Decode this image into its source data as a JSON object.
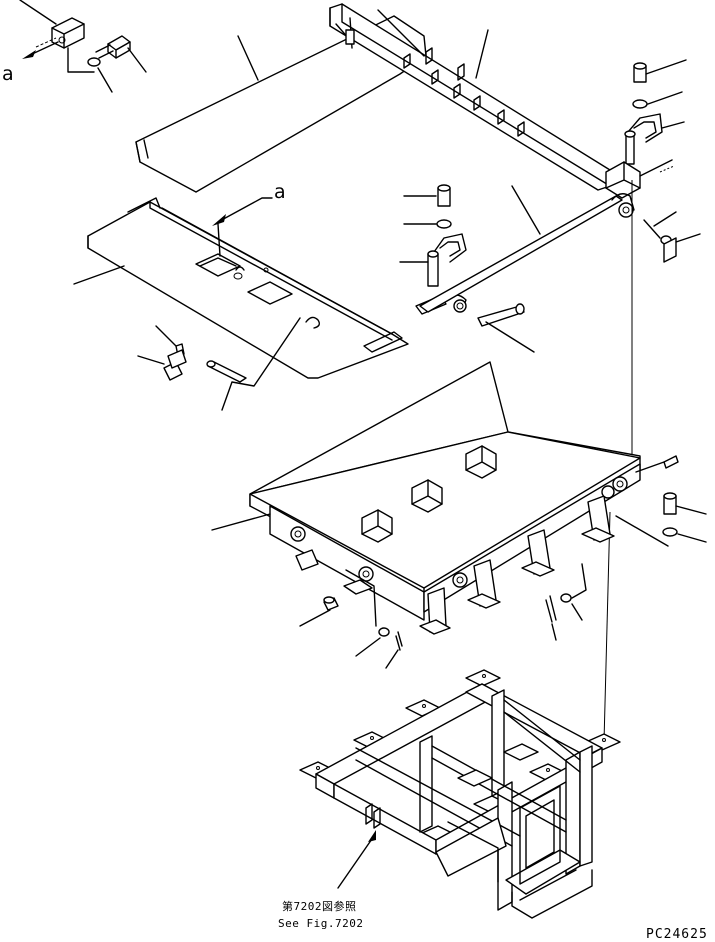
{
  "view_labels": {
    "a_top_left": "a",
    "a_middle": "a"
  },
  "reference": {
    "japanese": "第7202図参照",
    "english": "See Fig.7202"
  },
  "drawing_code": "PC24625"
}
